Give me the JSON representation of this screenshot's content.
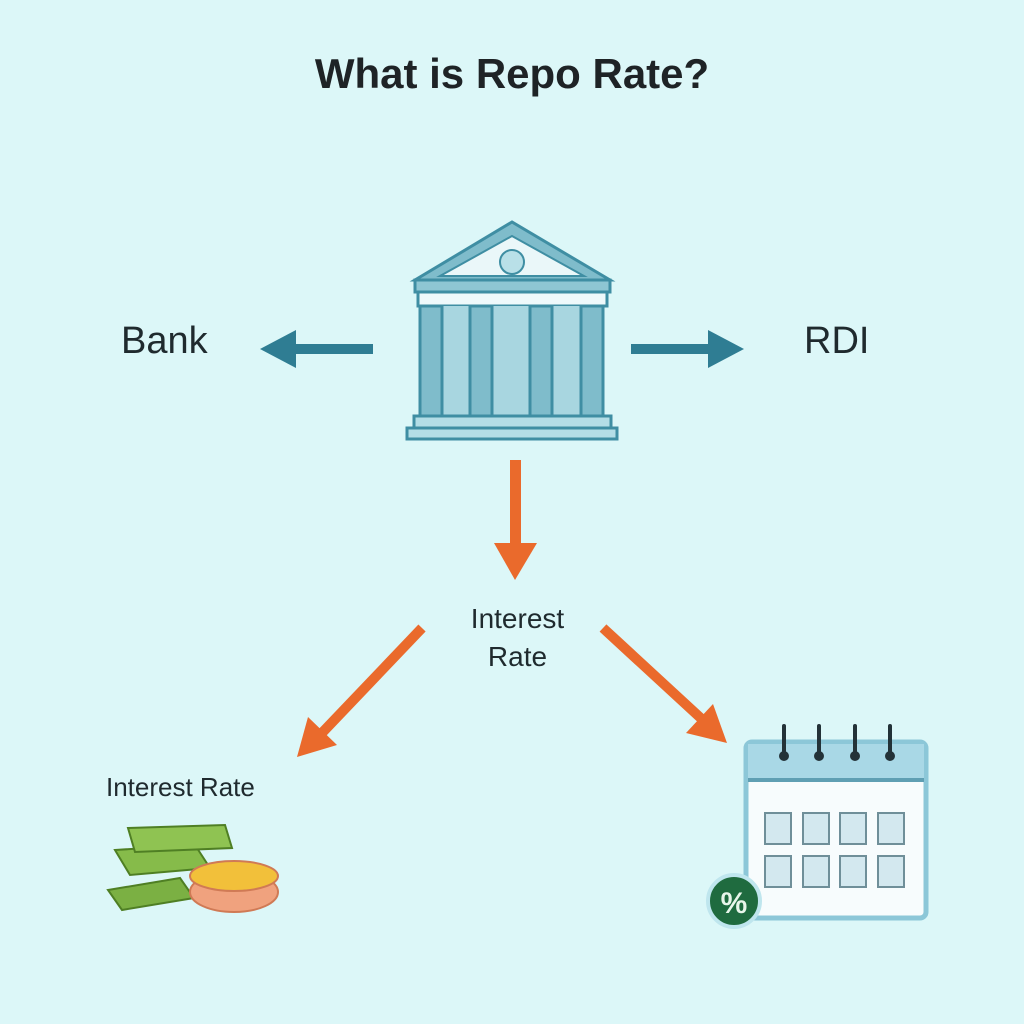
{
  "title": "What is Repo Rate?",
  "left_label": "Bank",
  "right_label": "RDI",
  "center_label": {
    "line1": "Interest",
    "line2": "Rate"
  },
  "bottom_left_label": "Interest Rate",
  "calendar_badge": "%",
  "colors": {
    "background": "#dcf7f8",
    "teal_arrow": "#2f7d93",
    "orange_arrow": "#ea6a2c",
    "building_fill": "#a8d6e0",
    "building_stroke": "#3f8ea3",
    "money_green": "#76a83c",
    "coin_gold": "#f2c03a",
    "badge_green": "#1f6b3f"
  },
  "icons": [
    "bank-building-icon",
    "arrow-left-icon",
    "arrow-right-icon",
    "arrow-down-icon",
    "money-icon",
    "calendar-icon",
    "percent-badge-icon"
  ]
}
